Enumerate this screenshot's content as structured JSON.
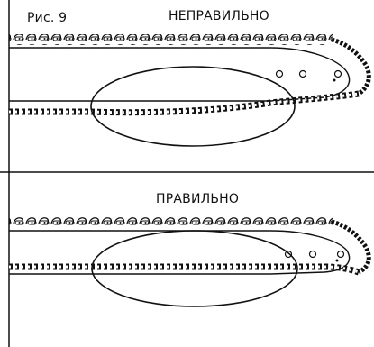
{
  "figure": {
    "label": "Рис. 9"
  },
  "panels": [
    {
      "title": "НЕПРАВИЛЬНО",
      "state": "incorrect",
      "chain_lower_run": "sagging"
    },
    {
      "title": "ПРАВИЛЬНО",
      "state": "correct",
      "chain_lower_run": "tight"
    }
  ]
}
